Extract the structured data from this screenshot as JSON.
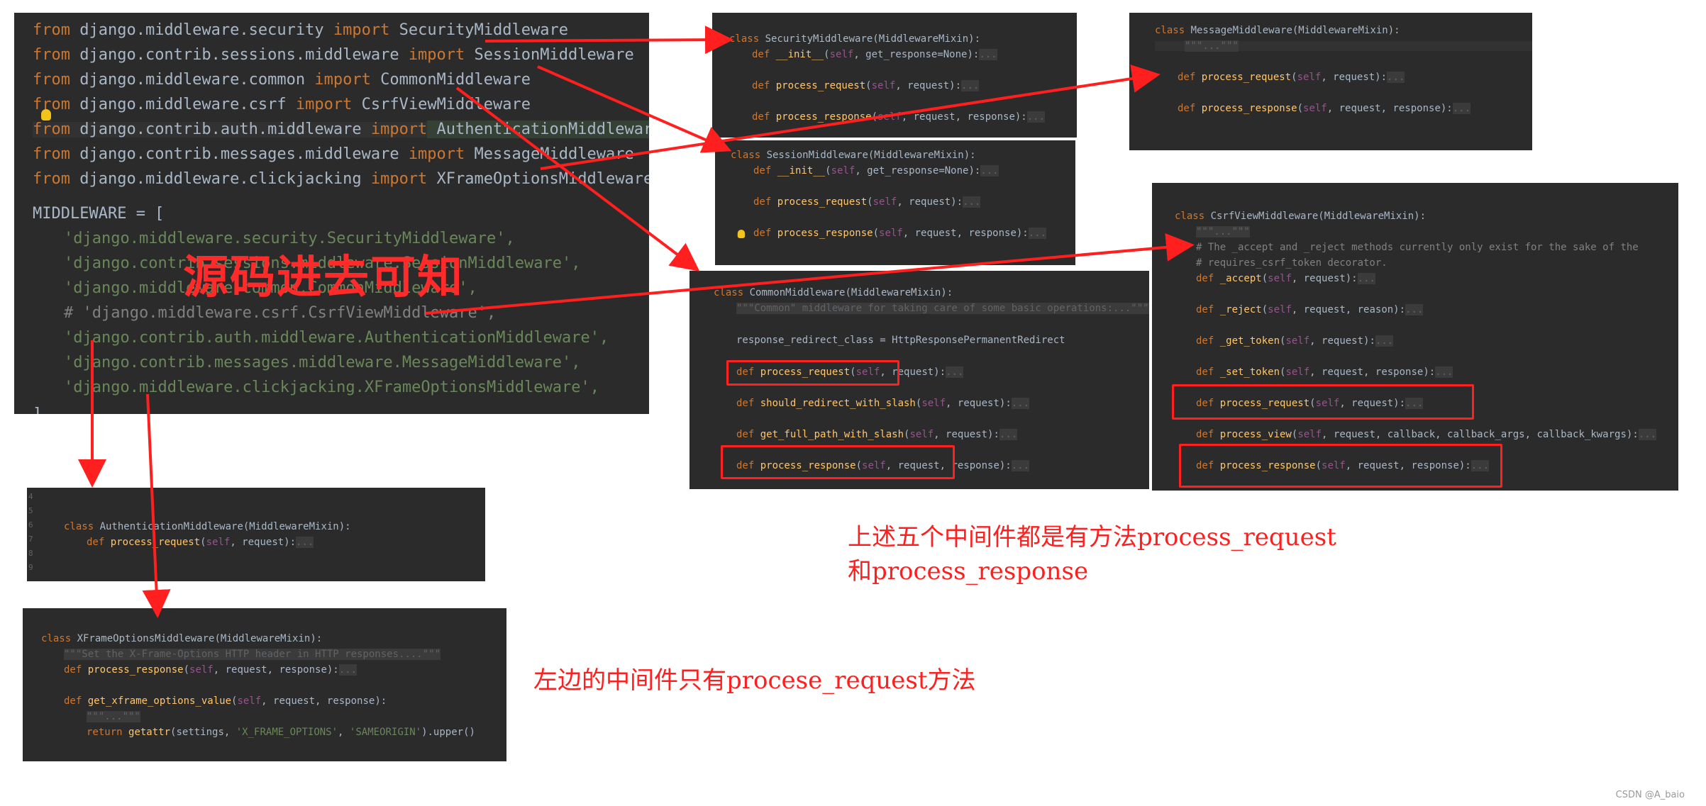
{
  "main_panel": {
    "imports": [
      {
        "kw1": "from",
        "mod": " django.middleware.security ",
        "kw2": "import",
        "name": " SecurityMiddleware"
      },
      {
        "kw1": "from",
        "mod": " django.contrib.sessions.middleware ",
        "kw2": "import",
        "name": " SessionMiddleware"
      },
      {
        "kw1": "from",
        "mod": " django.middleware.common ",
        "kw2": "import",
        "name": " CommonMiddleware"
      },
      {
        "kw1": "from",
        "mod": " django.middleware.csrf ",
        "kw2": "import",
        "name": " CsrfViewMiddleware"
      },
      {
        "kw1": "from",
        "mod": " django.contrib.auth.middleware ",
        "kw2": "import",
        "name": " AuthenticationMiddleware"
      },
      {
        "kw1": "from",
        "mod": " django.contrib.messages.middleware ",
        "kw2": "import",
        "name": " MessageMiddleware"
      },
      {
        "kw1": "from",
        "mod": " django.middleware.clickjacking ",
        "kw2": "import",
        "name": " XFrameOptionsMiddleware"
      }
    ],
    "middleware_decl": "MIDDLEWARE = [",
    "entries": [
      "'django.middleware.security.SecurityMiddleware',",
      "'django.contrib.sessions.middleware.SessionMiddleware',",
      "'django.middleware.common.CommonMiddleware',",
      "# 'django.middleware.csrf.CsrfViewMiddleware',",
      "'django.contrib.auth.middleware.AuthenticationMiddleware',",
      "'django.contrib.messages.middleware.MessageMiddleware',",
      "'django.middleware.clickjacking.XFrameOptionsMiddleware',"
    ],
    "closing": "]"
  },
  "security_panel": {
    "class_line": "class SecurityMiddleware(MiddlewareMixin):",
    "methods": [
      {
        "name": "__init__",
        "args": "(self, get_response=None):"
      },
      {
        "name": "process_request",
        "args": "(self, request):"
      },
      {
        "name": "process_response",
        "args": "(self, request, response):"
      }
    ]
  },
  "session_panel": {
    "class_line": "class SessionMiddleware(MiddlewareMixin):",
    "methods": [
      {
        "name": "__init__",
        "args": "(self, get_response=None):"
      },
      {
        "name": "process_request",
        "args": "(self, request):"
      },
      {
        "name": "process_response",
        "args": "(self, request, response):"
      }
    ]
  },
  "message_panel": {
    "class_line": "class MessageMiddleware(MiddlewareMixin):",
    "docstring": "\"\"\"...\"\"\"",
    "methods": [
      {
        "name": "process_request",
        "args": "(self, request):"
      },
      {
        "name": "process_response",
        "args": "(self, request, response):"
      }
    ]
  },
  "common_panel": {
    "class_line": "class CommonMiddleware(MiddlewareMixin):",
    "docstring": "\"\"\"Common\" middleware for taking care of some basic operations:...\"\"\"",
    "attr": "response_redirect_class = HttpResponsePermanentRedirect",
    "methods": [
      {
        "name": "process_request",
        "args": "(self, request):"
      },
      {
        "name": "should_redirect_with_slash",
        "args": "(self, request):"
      },
      {
        "name": "get_full_path_with_slash",
        "args": "(self, request):"
      },
      {
        "name": "process_response",
        "args": "(self, request, response):"
      }
    ]
  },
  "csrf_panel": {
    "class_line": "class CsrfViewMiddleware(MiddlewareMixin):",
    "docstring": "\"\"\"...\"\"\"",
    "comments": [
      "# The _accept and _reject methods currently only exist for the sake of the",
      "# requires_csrf_token decorator."
    ],
    "methods": [
      {
        "name": "_accept",
        "args": "(self, request):"
      },
      {
        "name": "_reject",
        "args": "(self, request, reason):"
      },
      {
        "name": "_get_token",
        "args": "(self, request):"
      },
      {
        "name": "_set_token",
        "args": "(self, request, response):"
      },
      {
        "name": "process_request",
        "args": "(self, request):"
      },
      {
        "name": "process_view",
        "args": "(self, request, callback, callback_args, callback_kwargs):"
      },
      {
        "name": "process_response",
        "args": "(self, request, response):"
      }
    ]
  },
  "auth_panel": {
    "class_line": "class AuthenticationMiddleware(MiddlewareMixin):",
    "method": {
      "name": "process_request",
      "args": "(self, request):"
    },
    "line_numbers": [
      "4",
      "5",
      "6",
      "7",
      "8",
      "9"
    ]
  },
  "xframe_panel": {
    "class_line": "class XFrameOptionsMiddleware(MiddlewareMixin):",
    "docstring": "\"\"\"Set the X-Frame-Options HTTP header in HTTP responses....\"\"\"",
    "method1": {
      "name": "process_response",
      "args": "(self, request, response):"
    },
    "method2": {
      "name": "get_xframe_options_value",
      "args": "(self, request, response):"
    },
    "inner_doc": "\"\"\"...\"\"\"",
    "return_prefix": "return ",
    "return_fn": "getattr",
    "return_args": "(settings, ",
    "return_s1": "'X_FRAME_OPTIONS'",
    "return_sep": ", ",
    "return_s2": "'SAMEORIGIN'",
    "return_tail": ").upper()"
  },
  "fold_dots": "...",
  "annotations": {
    "source_note": "源码进去可知",
    "five_note_1": "上述五个中间件都是有方法process_request",
    "five_note_2": "和process_response",
    "left_note": "左边的中间件只有procese_request方法"
  },
  "watermark": "CSDN @A_baio",
  "colors": {
    "annotation_red": "#ff1f1f",
    "editor_bg": "#2b2b2b",
    "keyword": "#cc7832",
    "function": "#ffc66d",
    "string": "#6a8759"
  }
}
